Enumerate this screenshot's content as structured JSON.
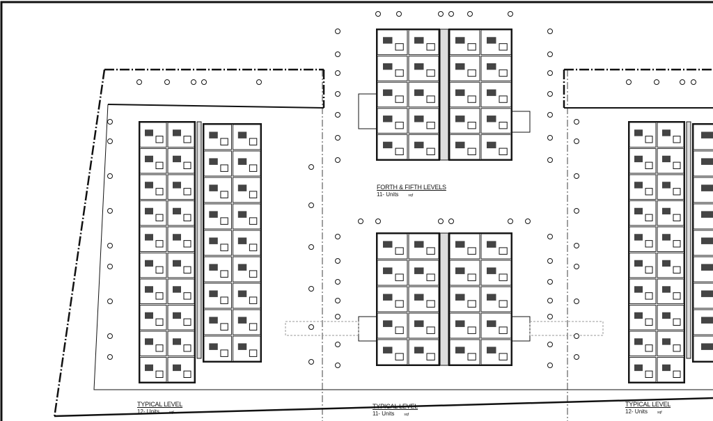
{
  "plans": {
    "left": {
      "title": "TYPICAL LEVEL",
      "units": "12- Units",
      "area": "sqf"
    },
    "center_top": {
      "title": "FORTH & FIFTH LEVELS",
      "units": "11- Units",
      "area": "sqf"
    },
    "center_bottom": {
      "title": "TYPICAL LEVEL",
      "units": "11- Units",
      "area": "sqf"
    },
    "right": {
      "title": "TYPICAL LEVEL",
      "units": "12- Units",
      "area": "sqf"
    }
  },
  "colors": {
    "line": "#111111",
    "grid": "#555555"
  }
}
